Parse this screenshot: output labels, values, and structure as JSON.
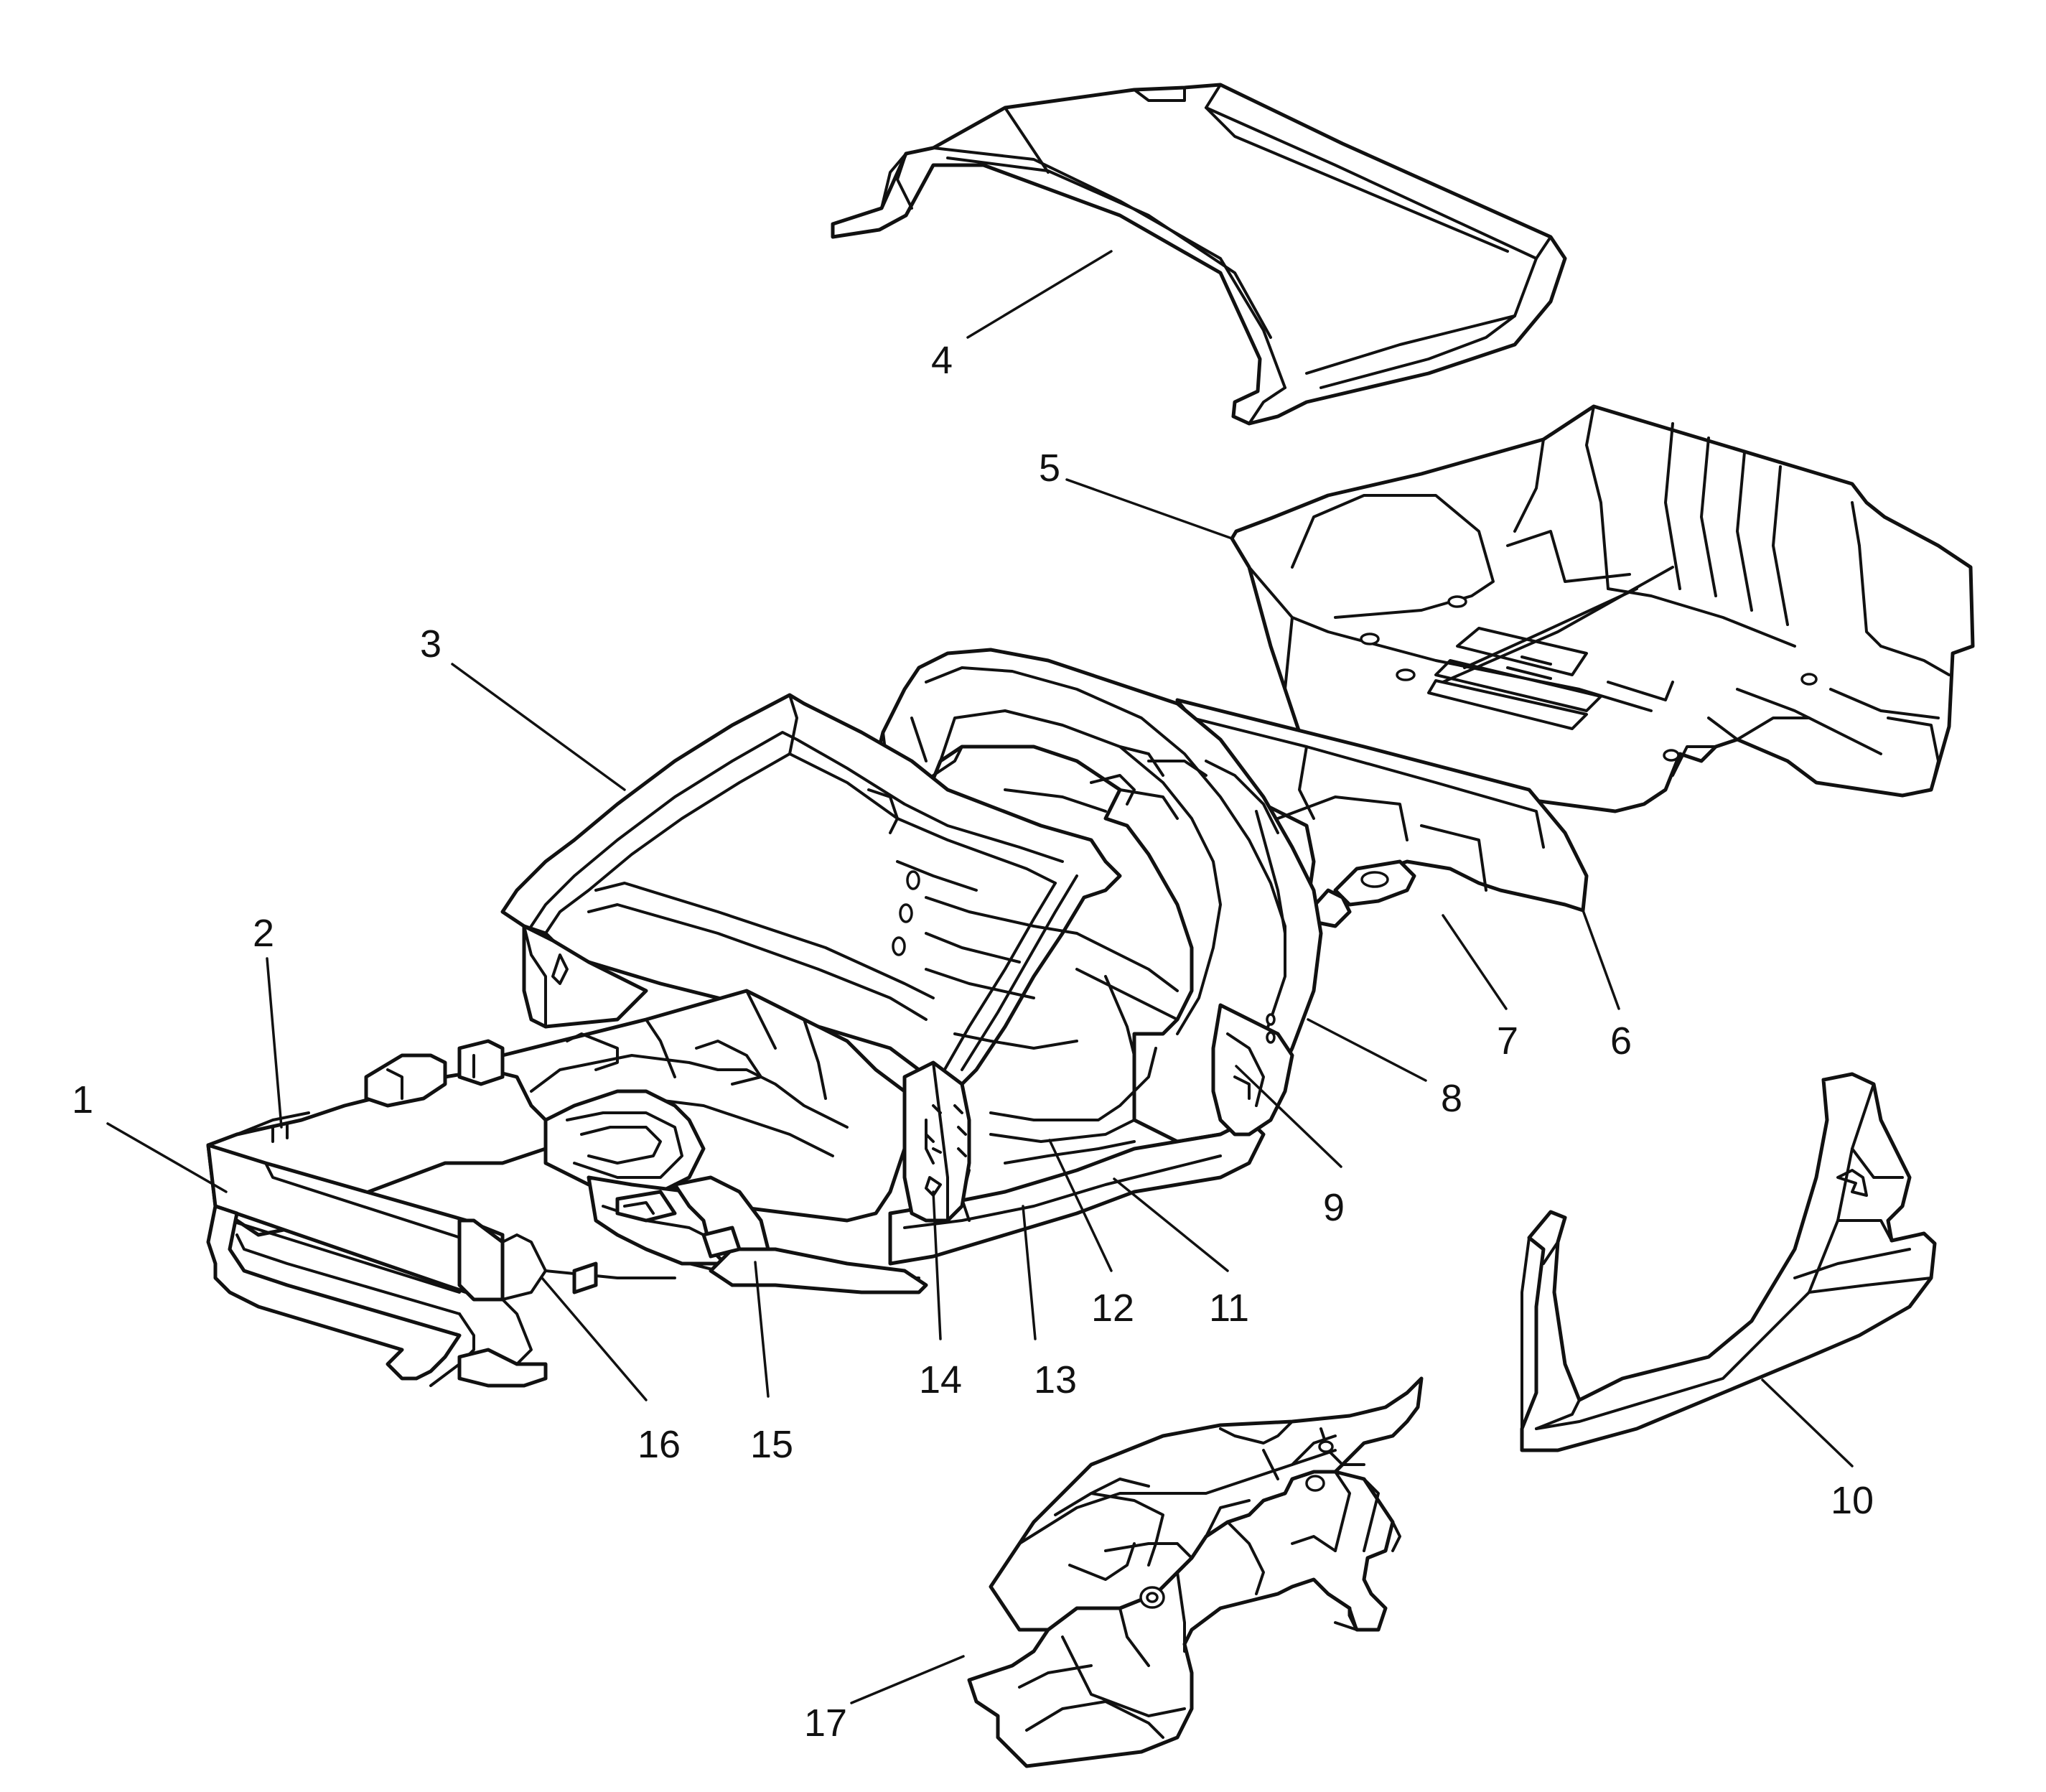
{
  "diagram": {
    "colors": {
      "line": "#111111",
      "background": "#ffffff"
    },
    "callouts": [
      {
        "id": "1",
        "text": "1"
      },
      {
        "id": "2",
        "text": "2"
      },
      {
        "id": "3",
        "text": "3"
      },
      {
        "id": "4",
        "text": "4"
      },
      {
        "id": "5",
        "text": "5"
      },
      {
        "id": "6",
        "text": "6"
      },
      {
        "id": "7",
        "text": "7"
      },
      {
        "id": "8",
        "text": "8"
      },
      {
        "id": "9",
        "text": "9"
      },
      {
        "id": "10",
        "text": "10"
      },
      {
        "id": "11",
        "text": "11"
      },
      {
        "id": "12",
        "text": "12"
      },
      {
        "id": "13",
        "text": "13"
      },
      {
        "id": "14",
        "text": "14"
      },
      {
        "id": "15",
        "text": "15"
      },
      {
        "id": "16",
        "text": "16"
      },
      {
        "id": "17",
        "text": "17"
      }
    ]
  }
}
